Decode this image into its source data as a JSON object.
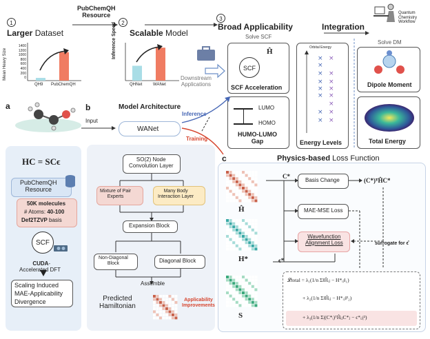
{
  "top": {
    "steps": [
      {
        "num": "1",
        "title_bold": "Larger",
        "title_rest": " Dataset"
      },
      {
        "num": "2",
        "title_bold": "Scalable",
        "title_rest": " Model"
      },
      {
        "num": "3",
        "title_bold": "Broad Applicability",
        "title_rest": ""
      }
    ],
    "resource_label": "PubChemQH\nResource",
    "integration_label": "Integration",
    "workflow_label": "Quantum\nChemistry\nWorkflow",
    "downstream_label": "Downstream\nApplications",
    "solve_scf": "Solve SCF",
    "solve_dm": "Solve DM"
  },
  "chart1": {
    "ylabel": "Mean Heavy Size",
    "yticks": [
      "1400",
      "1200",
      "1000",
      "800",
      "600",
      "400",
      "200",
      "0"
    ],
    "categories": [
      "QH9",
      "PubChemQH"
    ]
  },
  "chart2": {
    "ylabel": "Inference Speed",
    "categories": [
      "QHNet",
      "WANet"
    ]
  },
  "chart_data": [
    {
      "type": "bar",
      "categories": [
        "QH9",
        "PubChemQH"
      ],
      "values": [
        100,
        1050
      ],
      "ylabel": "Mean Heavy Size",
      "ylim": [
        0,
        1400
      ],
      "colors": [
        "#a9dde6",
        "#f07c62"
      ]
    },
    {
      "type": "bar",
      "categories": [
        "QHNet",
        "WANet"
      ],
      "values": [
        0.45,
        1.0
      ],
      "ylabel": "Inference Speed",
      "colors": [
        "#a9dde6",
        "#f07c62"
      ]
    }
  ],
  "apps": {
    "scf_title": "SCF Acceleration",
    "scf_circle": "SCF",
    "homo_lumo_title": "HUMO-LUMO\nGap",
    "lumo": "LUMO",
    "homo": "HOMO",
    "orbital_energy": "Orbital Energy",
    "energy_levels_title": "Energy Levels",
    "dipole_title": "Dipole Moment",
    "total_energy_title": "Total Energy"
  },
  "section_a": {
    "label": "a",
    "equation": "HC = SCϵ",
    "resource": "PubChemQH\nResource",
    "molecules": "50K molecules",
    "atoms_prefix": "# Atoms: ",
    "atoms_value": "40-100",
    "basis_bold": "Def2TZVP",
    "basis_rest": " basis",
    "scf": "SCF",
    "cuda_bold": "CUDA",
    "cuda_rest": "-\nAccelerated DFT",
    "scaling_line1": "Scaling Induced",
    "scaling_line2": "MAE-Applicability",
    "scaling_line3": "Divergence"
  },
  "section_b": {
    "label": "b",
    "input": "Input",
    "wanet": "WANet",
    "inference": "Inference",
    "training": "Training",
    "arch_title": "Model Architecture",
    "so2": "SO(2) Node\nConvolution Layer",
    "mixture": "Mixture of Pair\nExperts",
    "many_body": "Many Body\nInteraction Layer",
    "expansion": "Expansion Block",
    "non_diag": "Non-Diagonal\nBlock",
    "diag": "Diagonal Block",
    "assemble": "Assemble",
    "predicted": "Predicted\nHamiltonian",
    "applicability": "Applicability\nImprovements"
  },
  "section_c": {
    "label": "c",
    "title_bold": "Physics-based",
    "title_rest": " Loss Function",
    "h_label": "Ĥ",
    "hstar_label": "H*",
    "s_label": "S",
    "c_star": "C*",
    "eps_star": "ϵ*",
    "basis_change": "Basis Change",
    "ctransform": "(C*)ᵀĤC*",
    "mae_mse": "MAE-MSE Loss",
    "wavefunction": "Wavefunction\nAlignment Loss",
    "surrogate": "surrogate for ϵ̂",
    "loss_total": "𝓛total = λ₁(1/n Σ‖Ĥᵢⱼ − H*ᵢⱼ‖₁)",
    "loss_line2": "+ λ₂(1/n Σ‖Ĥᵢⱼ − H*ᵢⱼ‖²₂)",
    "loss_line3": "+ λ₃(1/n Σ|(C*ᵢ)ᵀĤᵢⱼC*ⱼ − ϵ*ᵢⱼ|²)"
  }
}
